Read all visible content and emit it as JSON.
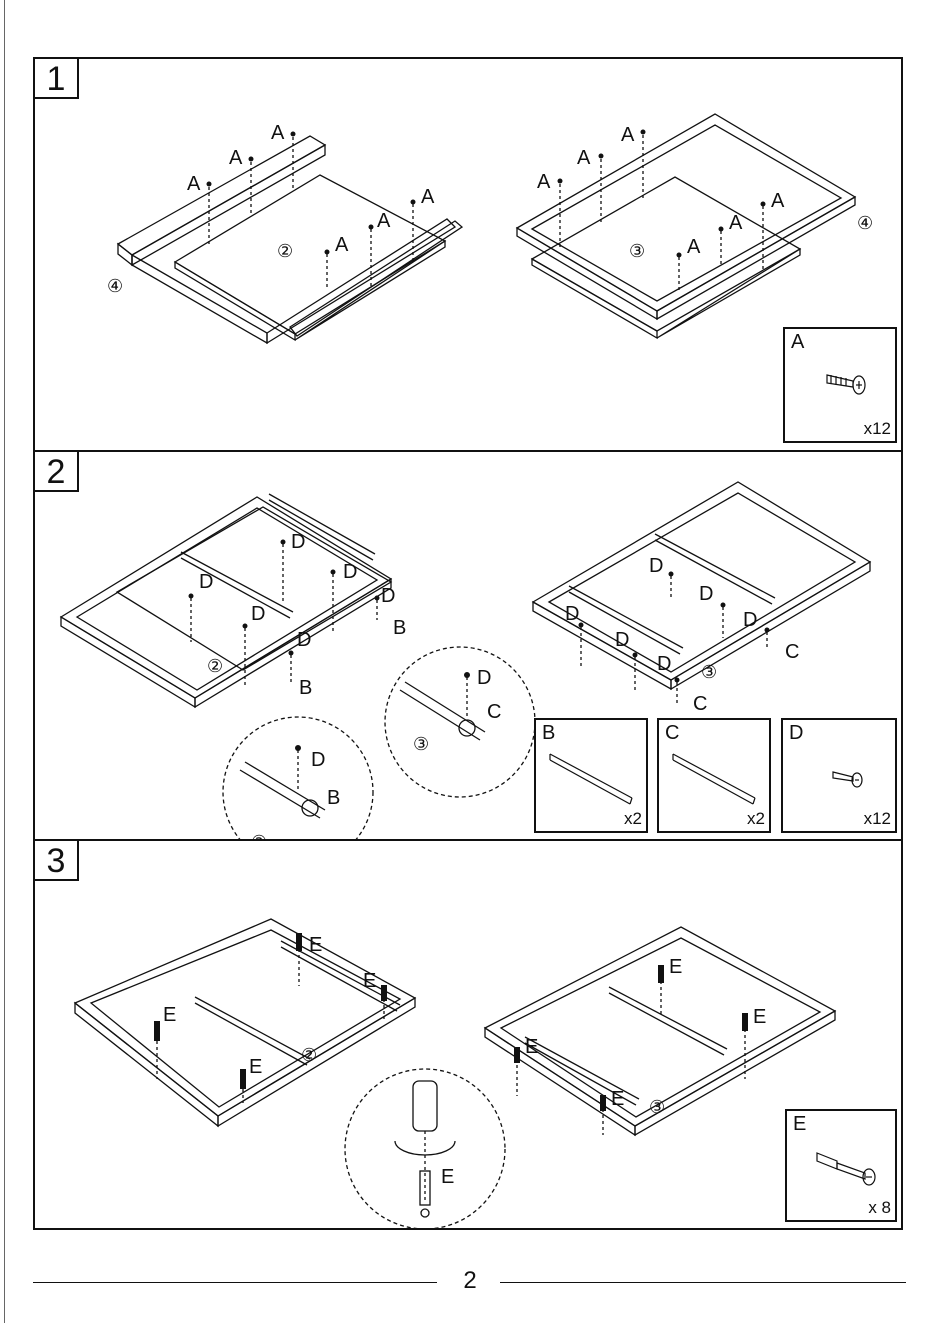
{
  "steps": [
    {
      "number": "1"
    },
    {
      "number": "2"
    },
    {
      "number": "3"
    }
  ],
  "labels": {
    "A": "A",
    "B": "B",
    "C": "C",
    "D": "D",
    "E": "E"
  },
  "callouts": {
    "c2": "②",
    "c3": "③",
    "c4": "④"
  },
  "parts": {
    "A": {
      "letter": "A",
      "qty": "x12"
    },
    "B": {
      "letter": "B",
      "qty": "x2"
    },
    "C": {
      "letter": "C",
      "qty": "x2"
    },
    "D": {
      "letter": "D",
      "qty": "x12"
    },
    "E": {
      "letter": "E",
      "qty": "x 8"
    }
  },
  "page_number": "2"
}
